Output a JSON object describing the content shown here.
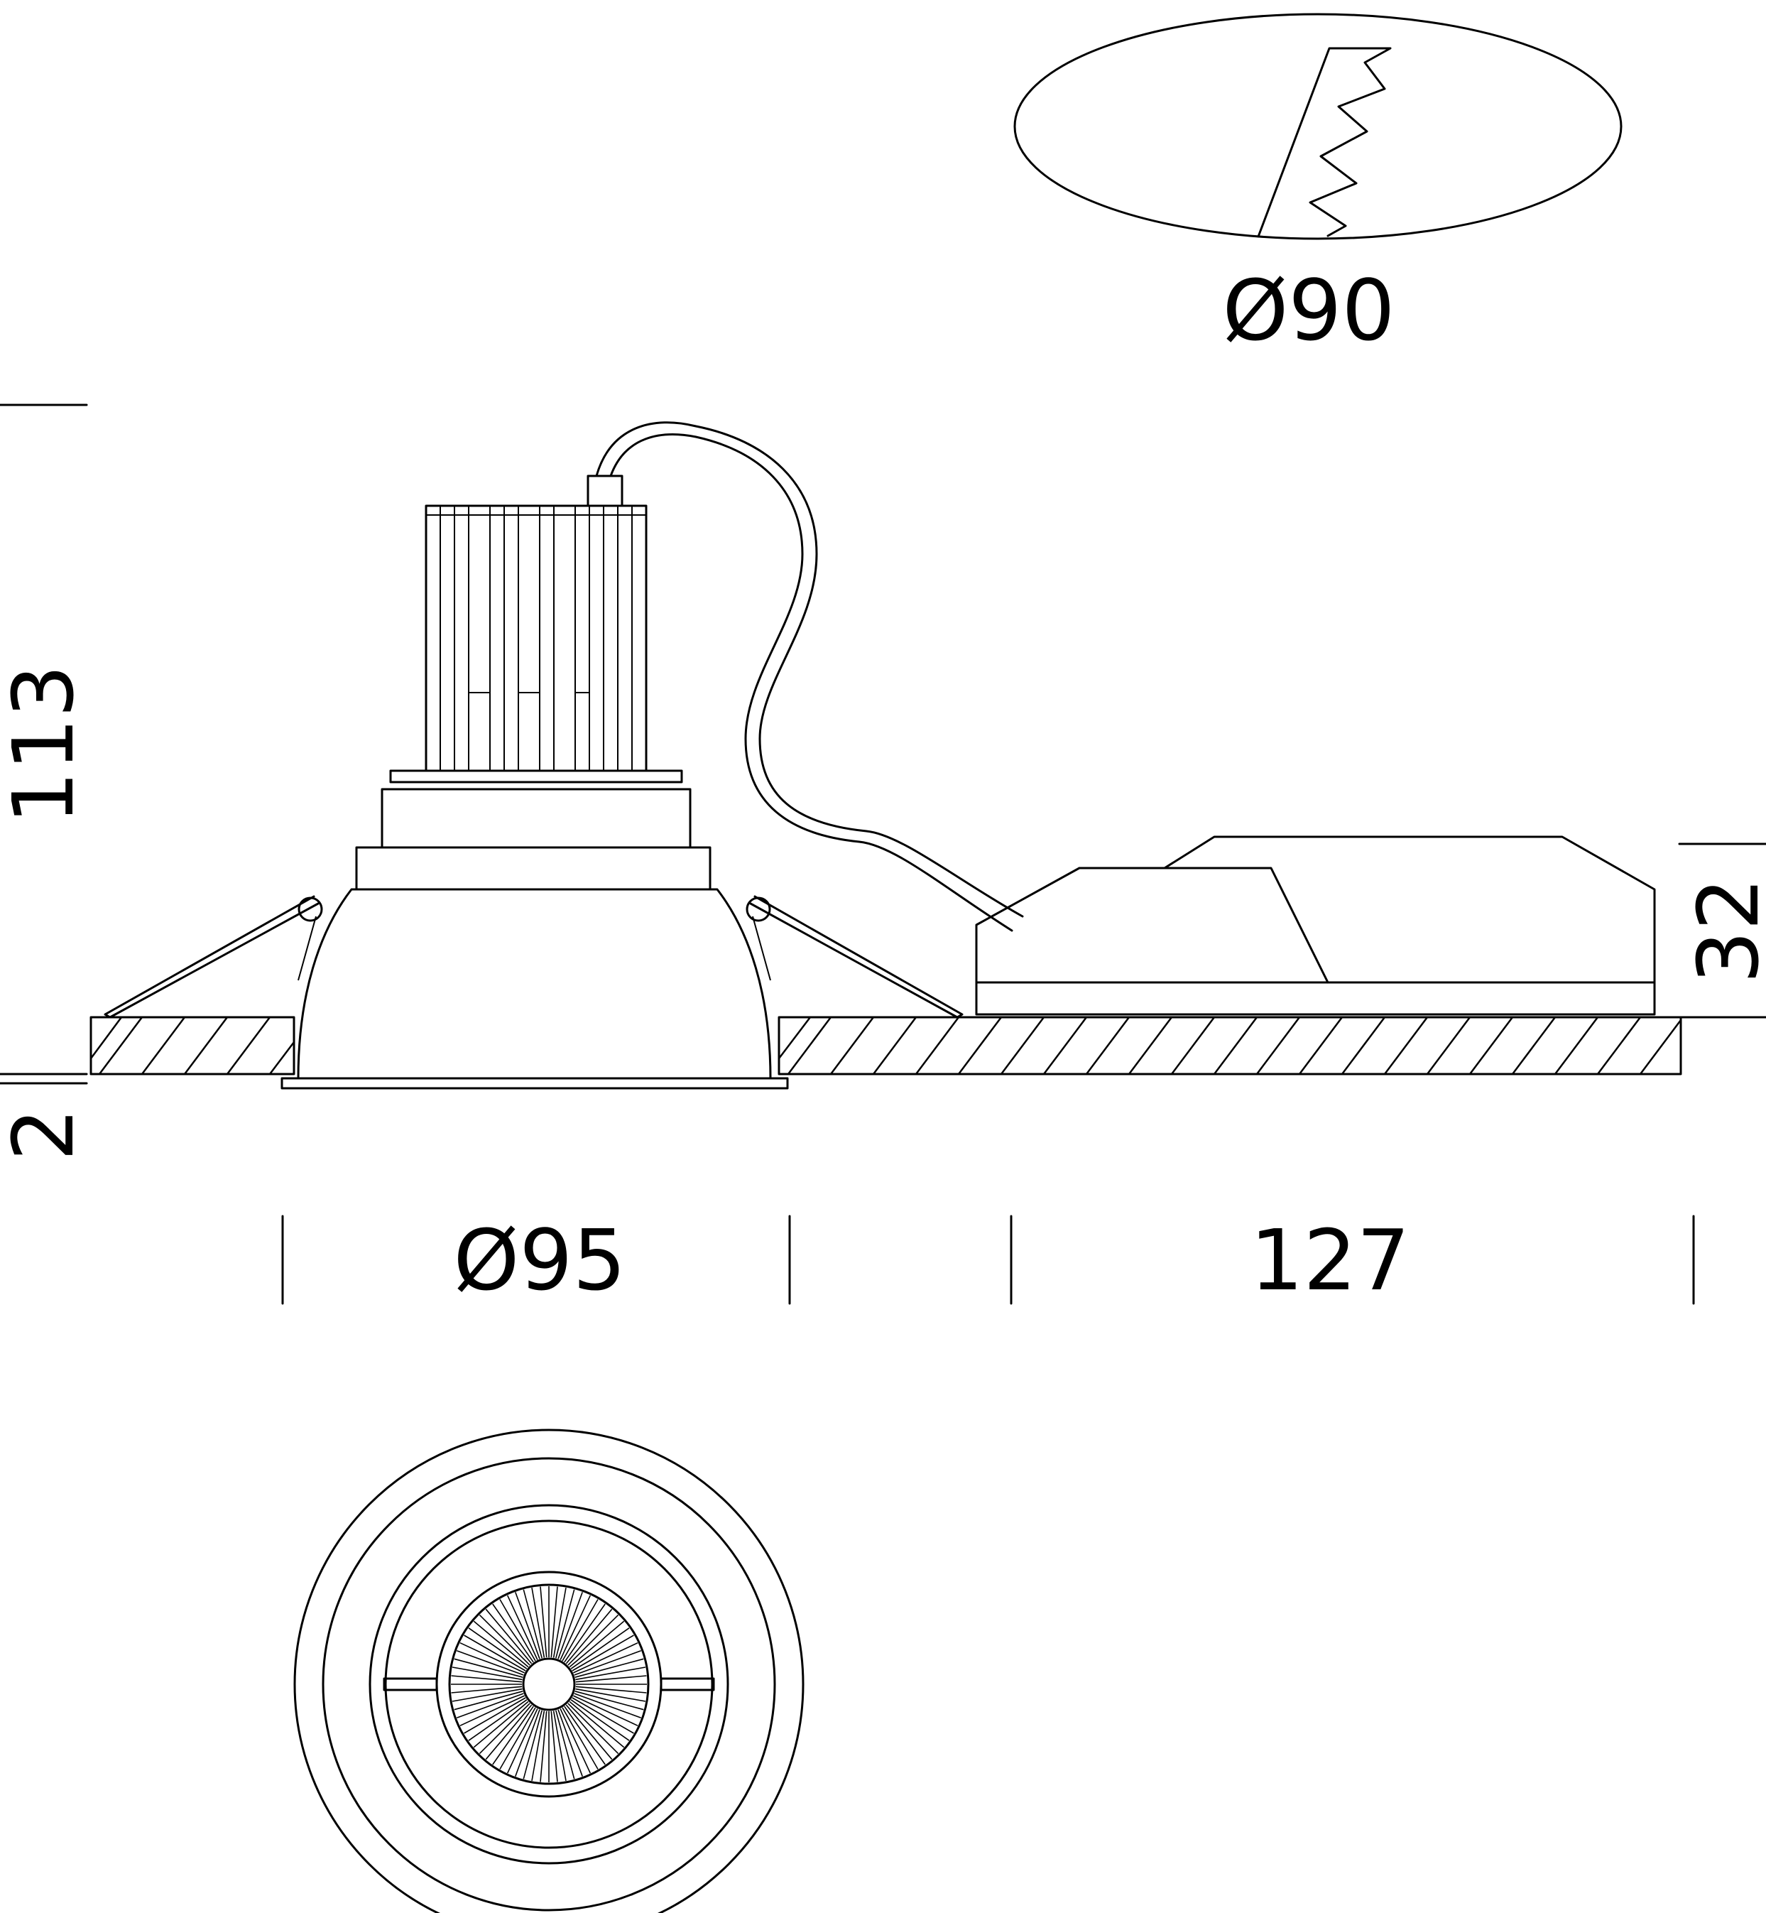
{
  "drawing": {
    "line_color": "#000000",
    "background": "#ffffff"
  },
  "dimensions": {
    "cutout_diameter": "Ø90",
    "overall_height": "113",
    "trim_thickness": "2",
    "trim_diameter": "Ø95",
    "driver_length": "127",
    "driver_height": "32"
  }
}
